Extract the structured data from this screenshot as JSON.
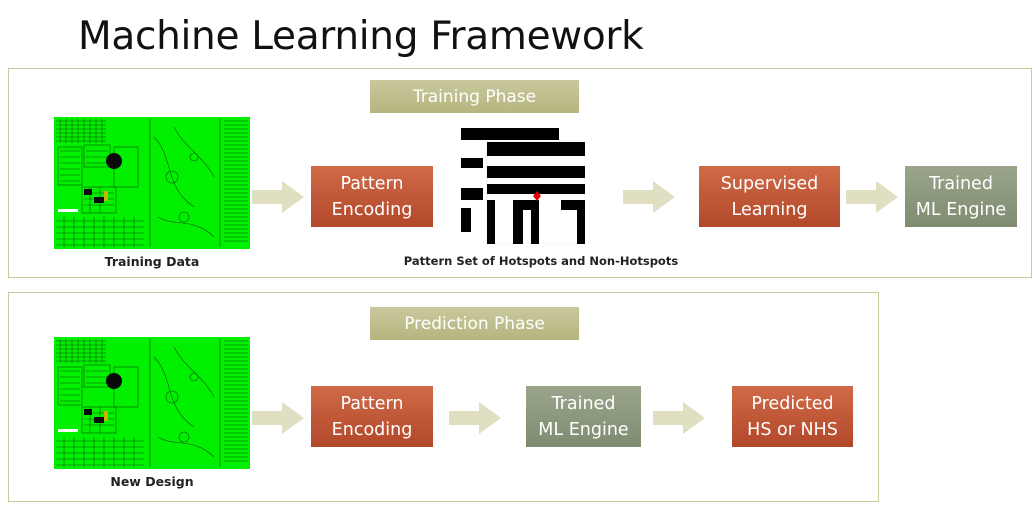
{
  "title": "Machine Learning Framework",
  "training": {
    "phase_label": "Training Phase",
    "input_caption": "Training Data",
    "encoding": [
      "Pattern",
      "Encoding"
    ],
    "pattern_caption": "Pattern Set of Hotspots and Non-Hotspots",
    "learning": [
      "Supervised",
      "Learning"
    ],
    "engine": [
      "Trained",
      "ML Engine"
    ]
  },
  "prediction": {
    "phase_label": "Prediction Phase",
    "input_caption": "New Design",
    "encoding": [
      "Pattern",
      "Encoding"
    ],
    "engine": [
      "Trained",
      "ML Engine"
    ],
    "result": [
      "Predicted",
      "HS or NHS"
    ]
  },
  "colors": {
    "process_box": "#c25a3a",
    "engine_box": "#8c9a7e",
    "phase_label": "#bfbe8a",
    "arrow": "#e0dfc2",
    "layout_green": "#00f000"
  }
}
